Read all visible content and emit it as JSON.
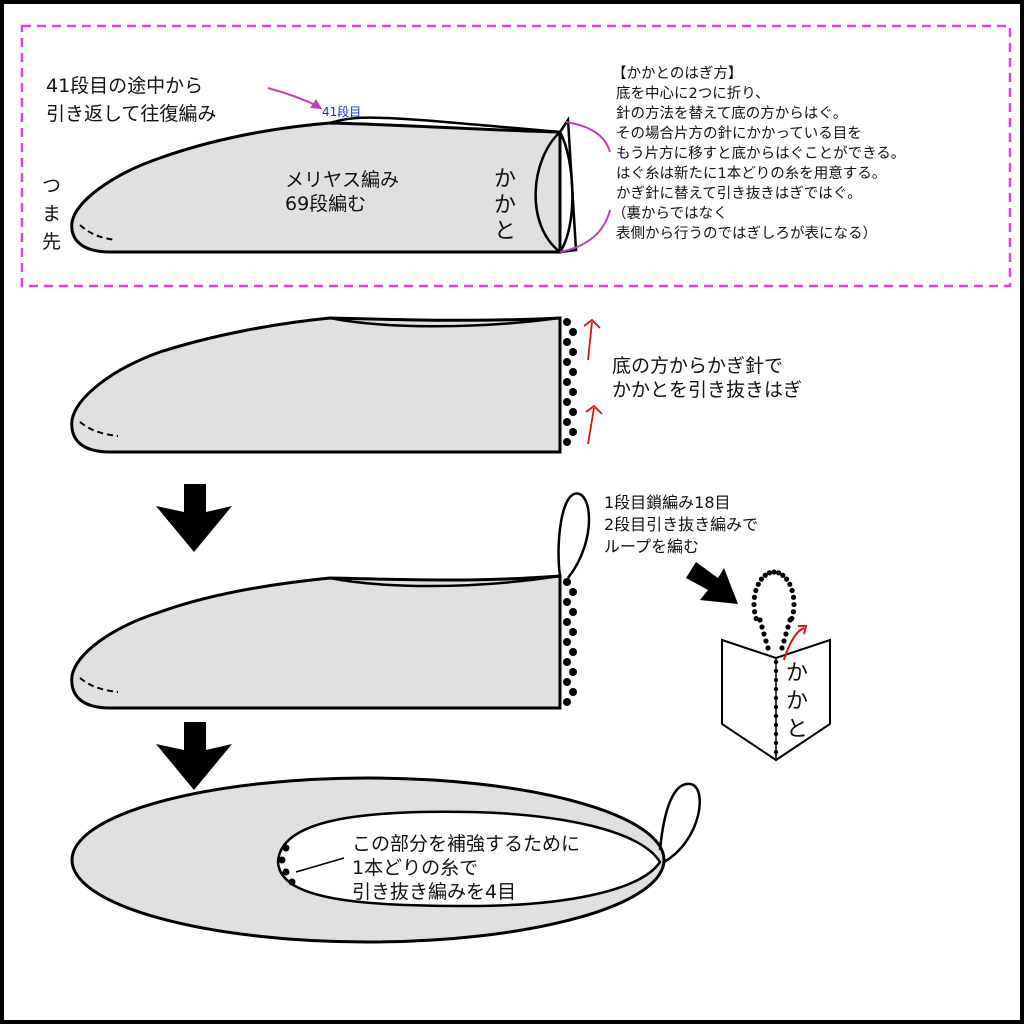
{
  "colors": {
    "fill": "#e0e0e0",
    "outline": "#000000",
    "dash_box": "#e040e0",
    "arrow_magenta": "#c040b0",
    "arrow_red": "#e01010",
    "label_blue": "#1030e0"
  },
  "step1": {
    "callout_line1": "41段目の途中から",
    "callout_line2": "引き返して往復編み",
    "row_label": "41段目",
    "toe_label": [
      "つ",
      "ま",
      "先"
    ],
    "body_line1": "メリヤス編み",
    "body_line2": "69段編む",
    "heel_label": [
      "か",
      "か",
      "と"
    ],
    "note": [
      "【かかとのはぎ方】",
      "底を中心に2つに折り、",
      "針の方法を替えて底の方からはぐ。",
      "その場合片方の針にかかっている目を",
      "もう片方に移すと底からはぐことができる。",
      "はぐ糸は新たに1本どりの糸を用意する。",
      "かぎ針に替えて引き抜きはぎではぐ。",
      "（裏からではなく",
      "表側から行うのではぎしろが表になる）"
    ]
  },
  "step2": {
    "note_line1": "底の方からかぎ針で",
    "note_line2": "かかとを引き抜きはぎ"
  },
  "step3": {
    "note_line1": "1段目鎖編み18目",
    "note_line2": "2段目引き抜き編みで",
    "note_line3": "ループを編む",
    "detail_heel_label": [
      "か",
      "か",
      "と"
    ]
  },
  "step4": {
    "note_line1": "この部分を補強するために",
    "note_line2": "1本どりの糸で",
    "note_line3": "引き抜き編みを4目"
  },
  "icons": [
    "down-arrow-icon",
    "diagonal-arrow-icon"
  ]
}
